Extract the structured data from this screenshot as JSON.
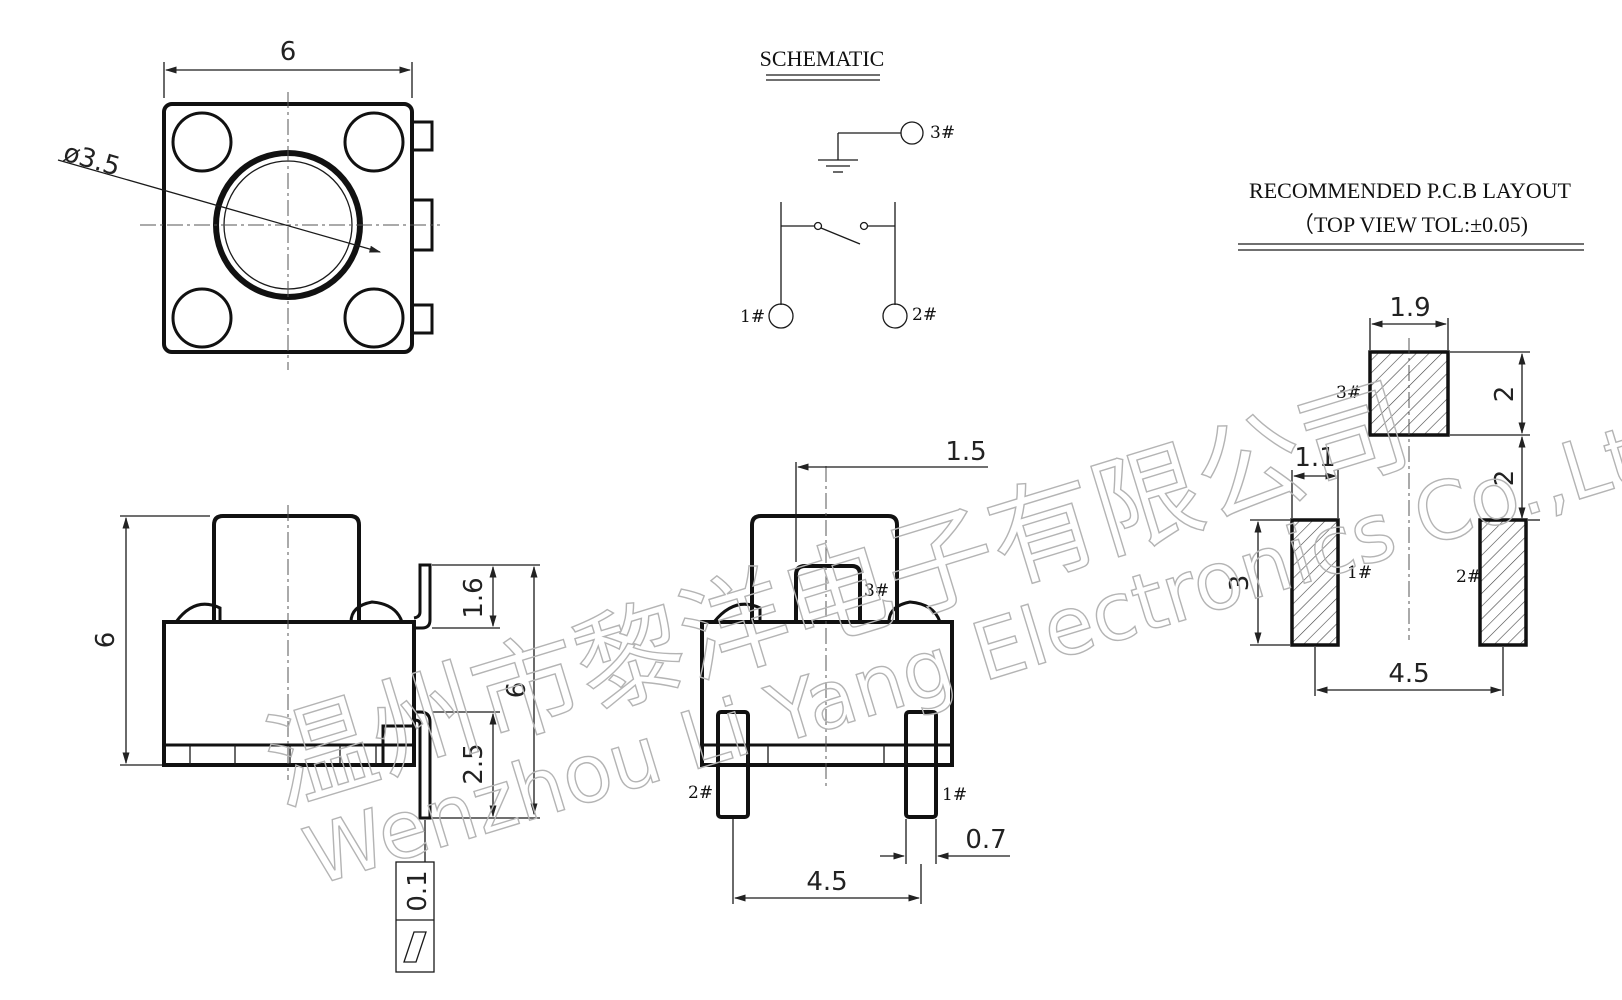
{
  "top_view": {
    "width_dim": "6",
    "diameter_dim": "ø3.5"
  },
  "schematic": {
    "title": "SCHEMATIC",
    "pin3": "3#",
    "pin1": "1#",
    "pin2": "2#"
  },
  "pcb_layout": {
    "title_line1": "RECOMMENDED P.C.B LAYOUT",
    "title_line2": "（TOP VIEW TOL:±0.05)",
    "pad_width_top": "1.9",
    "pad_height_top": "2",
    "gap_vertical": "2",
    "pad_width_bottom": "1.1",
    "pad_height_bottom": "3",
    "pad_spacing": "4.5",
    "pad3_label": "3#",
    "pad1_label": "1#",
    "pad2_label": "2#"
  },
  "side_view": {
    "height_total": "6",
    "dim_1_6": "1.6",
    "dim_6": "6",
    "dim_2_5": "2.5",
    "flatness": "0.1"
  },
  "front_view": {
    "dim_1_5": "1.5",
    "pin3": "3#",
    "pin2": "2#",
    "pin1": "1#",
    "dim_0_7": "0.7",
    "dim_4_5": "4.5"
  },
  "watermark": {
    "cn": "温州市黎洋电子有限公司",
    "en": "Wenzhou Li Yang Electronics Co.,Ltd."
  }
}
